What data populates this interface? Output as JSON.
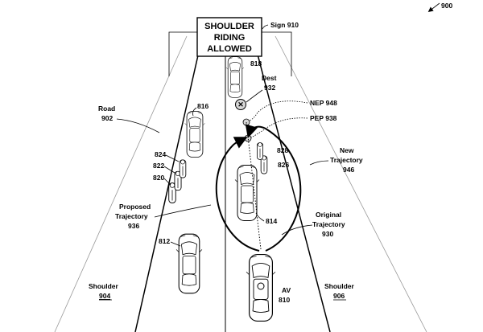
{
  "figure_number": "900",
  "sign": {
    "lines": [
      "SHOULDER",
      "RIDING",
      "ALLOWED"
    ],
    "ref": "Sign 910"
  },
  "labels": {
    "road": "Road",
    "road_ref": "902",
    "shoulder_left": "Shoulder",
    "shoulder_left_ref": "904",
    "shoulder_right": "Shoulder",
    "shoulder_right_ref": "906",
    "dest": "Dest",
    "dest_ref": "932",
    "nep": "NEP 948",
    "pep": "PEP 938",
    "new_traj": "New",
    "new_traj2": "Trajectory",
    "new_traj_ref": "946",
    "orig_traj": "Original",
    "orig_traj2": "Trajectory",
    "orig_traj_ref": "930",
    "prop_traj": "Proposed",
    "prop_traj2": "Trajectory",
    "prop_traj_ref": "936",
    "av": "AV",
    "av_ref": "810",
    "car_812": "812",
    "car_814": "814",
    "car_816": "816",
    "car_818": "818",
    "cyc_820": "820",
    "cyc_822": "822",
    "cyc_824": "824",
    "cyc_826": "826",
    "cyc_828": "828"
  }
}
